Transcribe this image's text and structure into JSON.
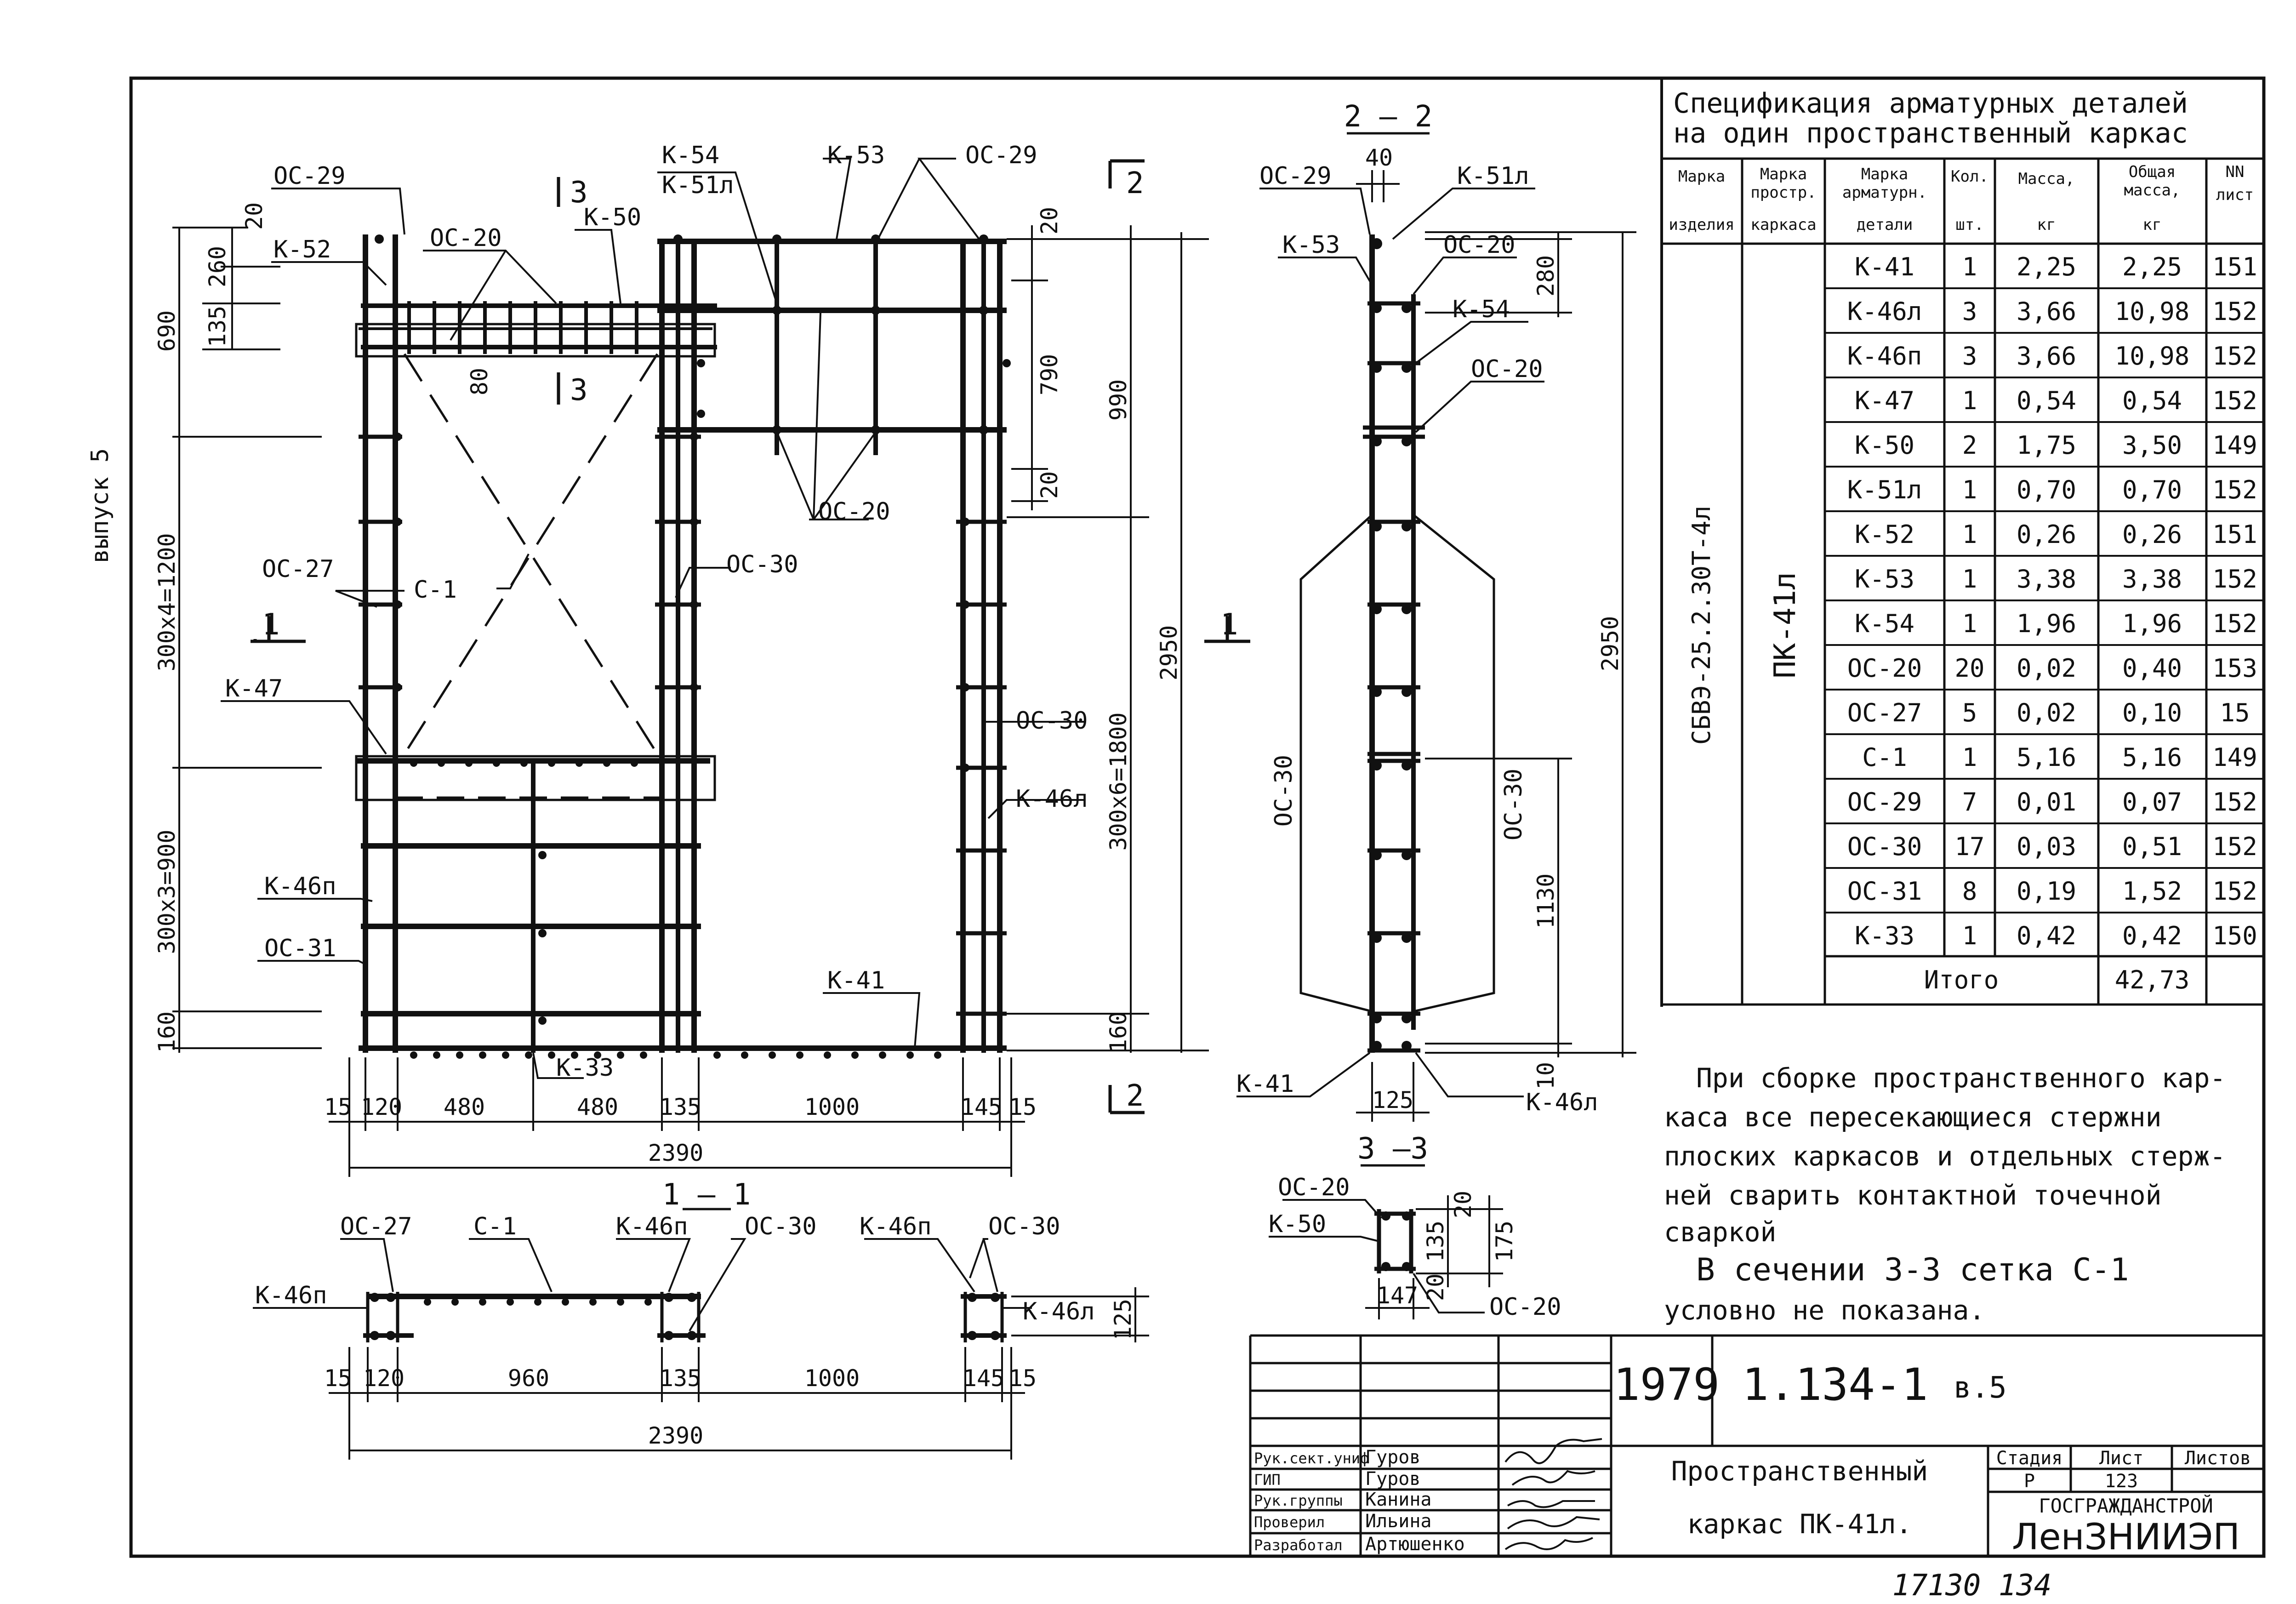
{
  "side_label": "выпуск 5",
  "elevation": {
    "marks": {
      "oc29_left": "ОС-29",
      "k52": "К-52",
      "oc20_top": "ОС-20",
      "sec3_top": "3",
      "k50": "К-50",
      "k54": "К-54",
      "k51l": "К-51л",
      "k53": "К-53",
      "oc29_right": "ОС-29",
      "sec2_top": "2",
      "sec3_bot": "3",
      "oc27": "ОС-27",
      "c1": "С-1",
      "oc30_mid": "ОС-30",
      "oc20_mid": "ОС-20",
      "sec1_left": "1",
      "k47": "К-47",
      "oc30_right": "ОС-30",
      "k46l": "К-46л",
      "k46p": "К-46п",
      "oc31": "ОС-31",
      "k41": "К-41",
      "k33": "К-33",
      "sec1_right": "1",
      "sec2_bot": "2"
    },
    "dims_left": {
      "d20": "20",
      "d260": "260",
      "d135": "135",
      "d690": "690",
      "d1200": "300х4=1200",
      "d900": "300х3=900",
      "d160": "160",
      "d80": "80"
    },
    "dims_right": {
      "d20a": "20",
      "d790": "790",
      "d20b": "20",
      "d990": "990",
      "d1800": "300х6=1800",
      "d160": "160",
      "d2950": "2950"
    },
    "dims_bottom": [
      "15",
      "120",
      "480",
      "480",
      "135",
      "1000",
      "145",
      "15"
    ],
    "dim_total": "2390"
  },
  "section_11": {
    "title": "1 — 1",
    "marks": {
      "oc27": "ОС-27",
      "c1": "С-1",
      "k46p_a": "К-46п",
      "oc30_a": "ОС-30",
      "k46p_b": "К-46п",
      "oc30_b": "ОС-30",
      "k46p_left": "К-46п",
      "k46l_right": "К-46л"
    },
    "dim_125": "125",
    "dims_bottom": [
      "15",
      "120",
      "960",
      "135",
      "1000",
      "145",
      "15"
    ],
    "dim_total": "2390"
  },
  "section_22": {
    "title": "2 — 2",
    "dim_40": "40",
    "marks": {
      "oc29": "ОС-29",
      "k51l": "К-51л",
      "k53": "К-53",
      "oc20_a": "ОС-20",
      "k54": "К-54",
      "oc20_b": "ОС-20",
      "oc30_left": "ОС-30",
      "oc30_right": "ОС-30",
      "k41": "К-41",
      "k46l": "К-46л"
    },
    "dim_280": "280",
    "dim_2950": "2950",
    "dim_1130": "1130",
    "dim_10": "10",
    "dim_125": "125"
  },
  "section_33": {
    "title": "3 —3",
    "marks": {
      "oc20_a": "ОС-20",
      "k50": "К-50",
      "oc20_b": "ОС-20"
    },
    "dim_20a": "20",
    "dim_135": "135",
    "dim_175": "175",
    "dim_20b": "20",
    "dim_147": "147"
  },
  "spec": {
    "title_line1": "Спецификация арматурных деталей",
    "title_line2": "на один пространственный каркас",
    "headers": [
      [
        "Марка",
        "изделия"
      ],
      [
        "Марка",
        "простр.",
        "каркаса"
      ],
      [
        "Марка",
        "арматурн.",
        "детали"
      ],
      [
        "Кол.",
        "шт."
      ],
      [
        "Масса,",
        "кг"
      ],
      [
        "Общая",
        "масса,",
        "кг"
      ],
      [
        "NN",
        "лист"
      ]
    ],
    "product": "СБВЭ-25.2.30Т-4л",
    "frame": "ПК-41л",
    "rows": [
      [
        "К-41",
        "1",
        "2,25",
        "2,25",
        "151"
      ],
      [
        "К-46л",
        "3",
        "3,66",
        "10,98",
        "152"
      ],
      [
        "К-46п",
        "3",
        "3,66",
        "10,98",
        "152"
      ],
      [
        "К-47",
        "1",
        "0,54",
        "0,54",
        "152"
      ],
      [
        "К-50",
        "2",
        "1,75",
        "3,50",
        "149"
      ],
      [
        "К-51л",
        "1",
        "0,70",
        "0,70",
        "152"
      ],
      [
        "К-52",
        "1",
        "0,26",
        "0,26",
        "151"
      ],
      [
        "К-53",
        "1",
        "3,38",
        "3,38",
        "152"
      ],
      [
        "К-54",
        "1",
        "1,96",
        "1,96",
        "152"
      ],
      [
        "ОС-20",
        "20",
        "0,02",
        "0,40",
        "153"
      ],
      [
        "ОС-27",
        "5",
        "0,02",
        "0,10",
        "15"
      ],
      [
        "С-1",
        "1",
        "5,16",
        "5,16",
        "149"
      ],
      [
        "ОС-29",
        "7",
        "0,01",
        "0,07",
        "152"
      ],
      [
        "ОС-30",
        "17",
        "0,03",
        "0,51",
        "152"
      ],
      [
        "ОС-31",
        "8",
        "0,19",
        "1,52",
        "152"
      ],
      [
        "К-33",
        "1",
        "0,42",
        "0,42",
        "150"
      ]
    ],
    "total_label": "Итого",
    "total_value": "42,73"
  },
  "notes": {
    "p1": [
      "При сборке пространственного кар-",
      "каса все пересекающиеся стержни",
      "плоских каркасов и отдельных стерж-",
      "ней сварить контактной точечной",
      "сваркой"
    ],
    "p2": [
      "В сечении 3-3 сетка С-1",
      "условно не показана."
    ]
  },
  "stamp": {
    "year": "1979",
    "series": "1.134-1",
    "issue": "в.5",
    "people": [
      {
        "role": "Рук.сект.униф",
        "name": "Гуров"
      },
      {
        "role": "ГИП",
        "name": "Гуров"
      },
      {
        "role": "Рук.группы",
        "name": "Канина"
      },
      {
        "role": "Проверил",
        "name": "Ильина"
      },
      {
        "role": "Разработал",
        "name": "Артюшенко"
      }
    ],
    "title_line1": "Пространственный",
    "title_line2": "каркас ПК-41л.",
    "stage_label": "Стадия",
    "sheet_label": "Лист",
    "sheets_label": "Листов",
    "stage": "Р",
    "sheet": "123",
    "org_top": "ГОСГРАЖДАНСТРОЙ",
    "org": "ЛенЗНИИЭП"
  },
  "footer_number": "17130 134"
}
